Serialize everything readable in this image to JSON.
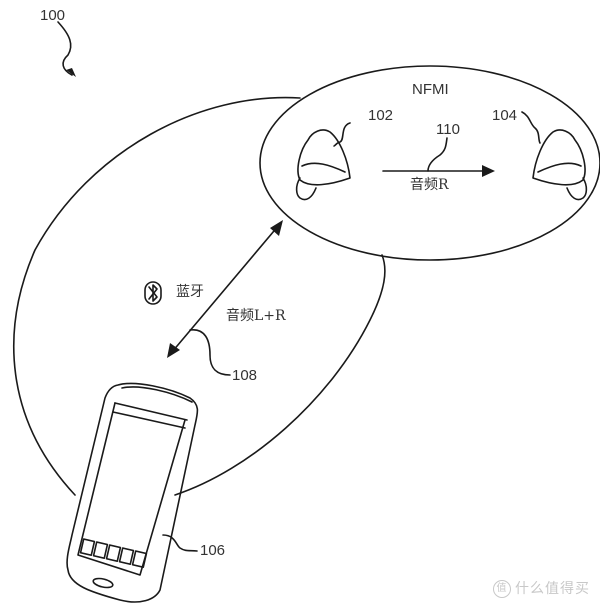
{
  "figure": {
    "ref_main": "100",
    "nfmi_zone": {
      "title": "NFMI"
    },
    "earbud_left": {
      "ref": "102"
    },
    "earbud_right": {
      "ref": "104"
    },
    "nfmi_link": {
      "ref": "110",
      "label": "音频R"
    },
    "bluetooth_zone": {
      "icon": "bluetooth-icon",
      "label": "蓝牙"
    },
    "bt_link": {
      "ref": "108",
      "label": "音频L+R"
    },
    "phone": {
      "ref": "106",
      "dock_icons": 5
    }
  },
  "watermark": {
    "badge": "值",
    "text": "什么值得买"
  },
  "colors": {
    "line": "#1a1a1a",
    "background": "#ffffff",
    "watermark": "#c8c8c8"
  }
}
